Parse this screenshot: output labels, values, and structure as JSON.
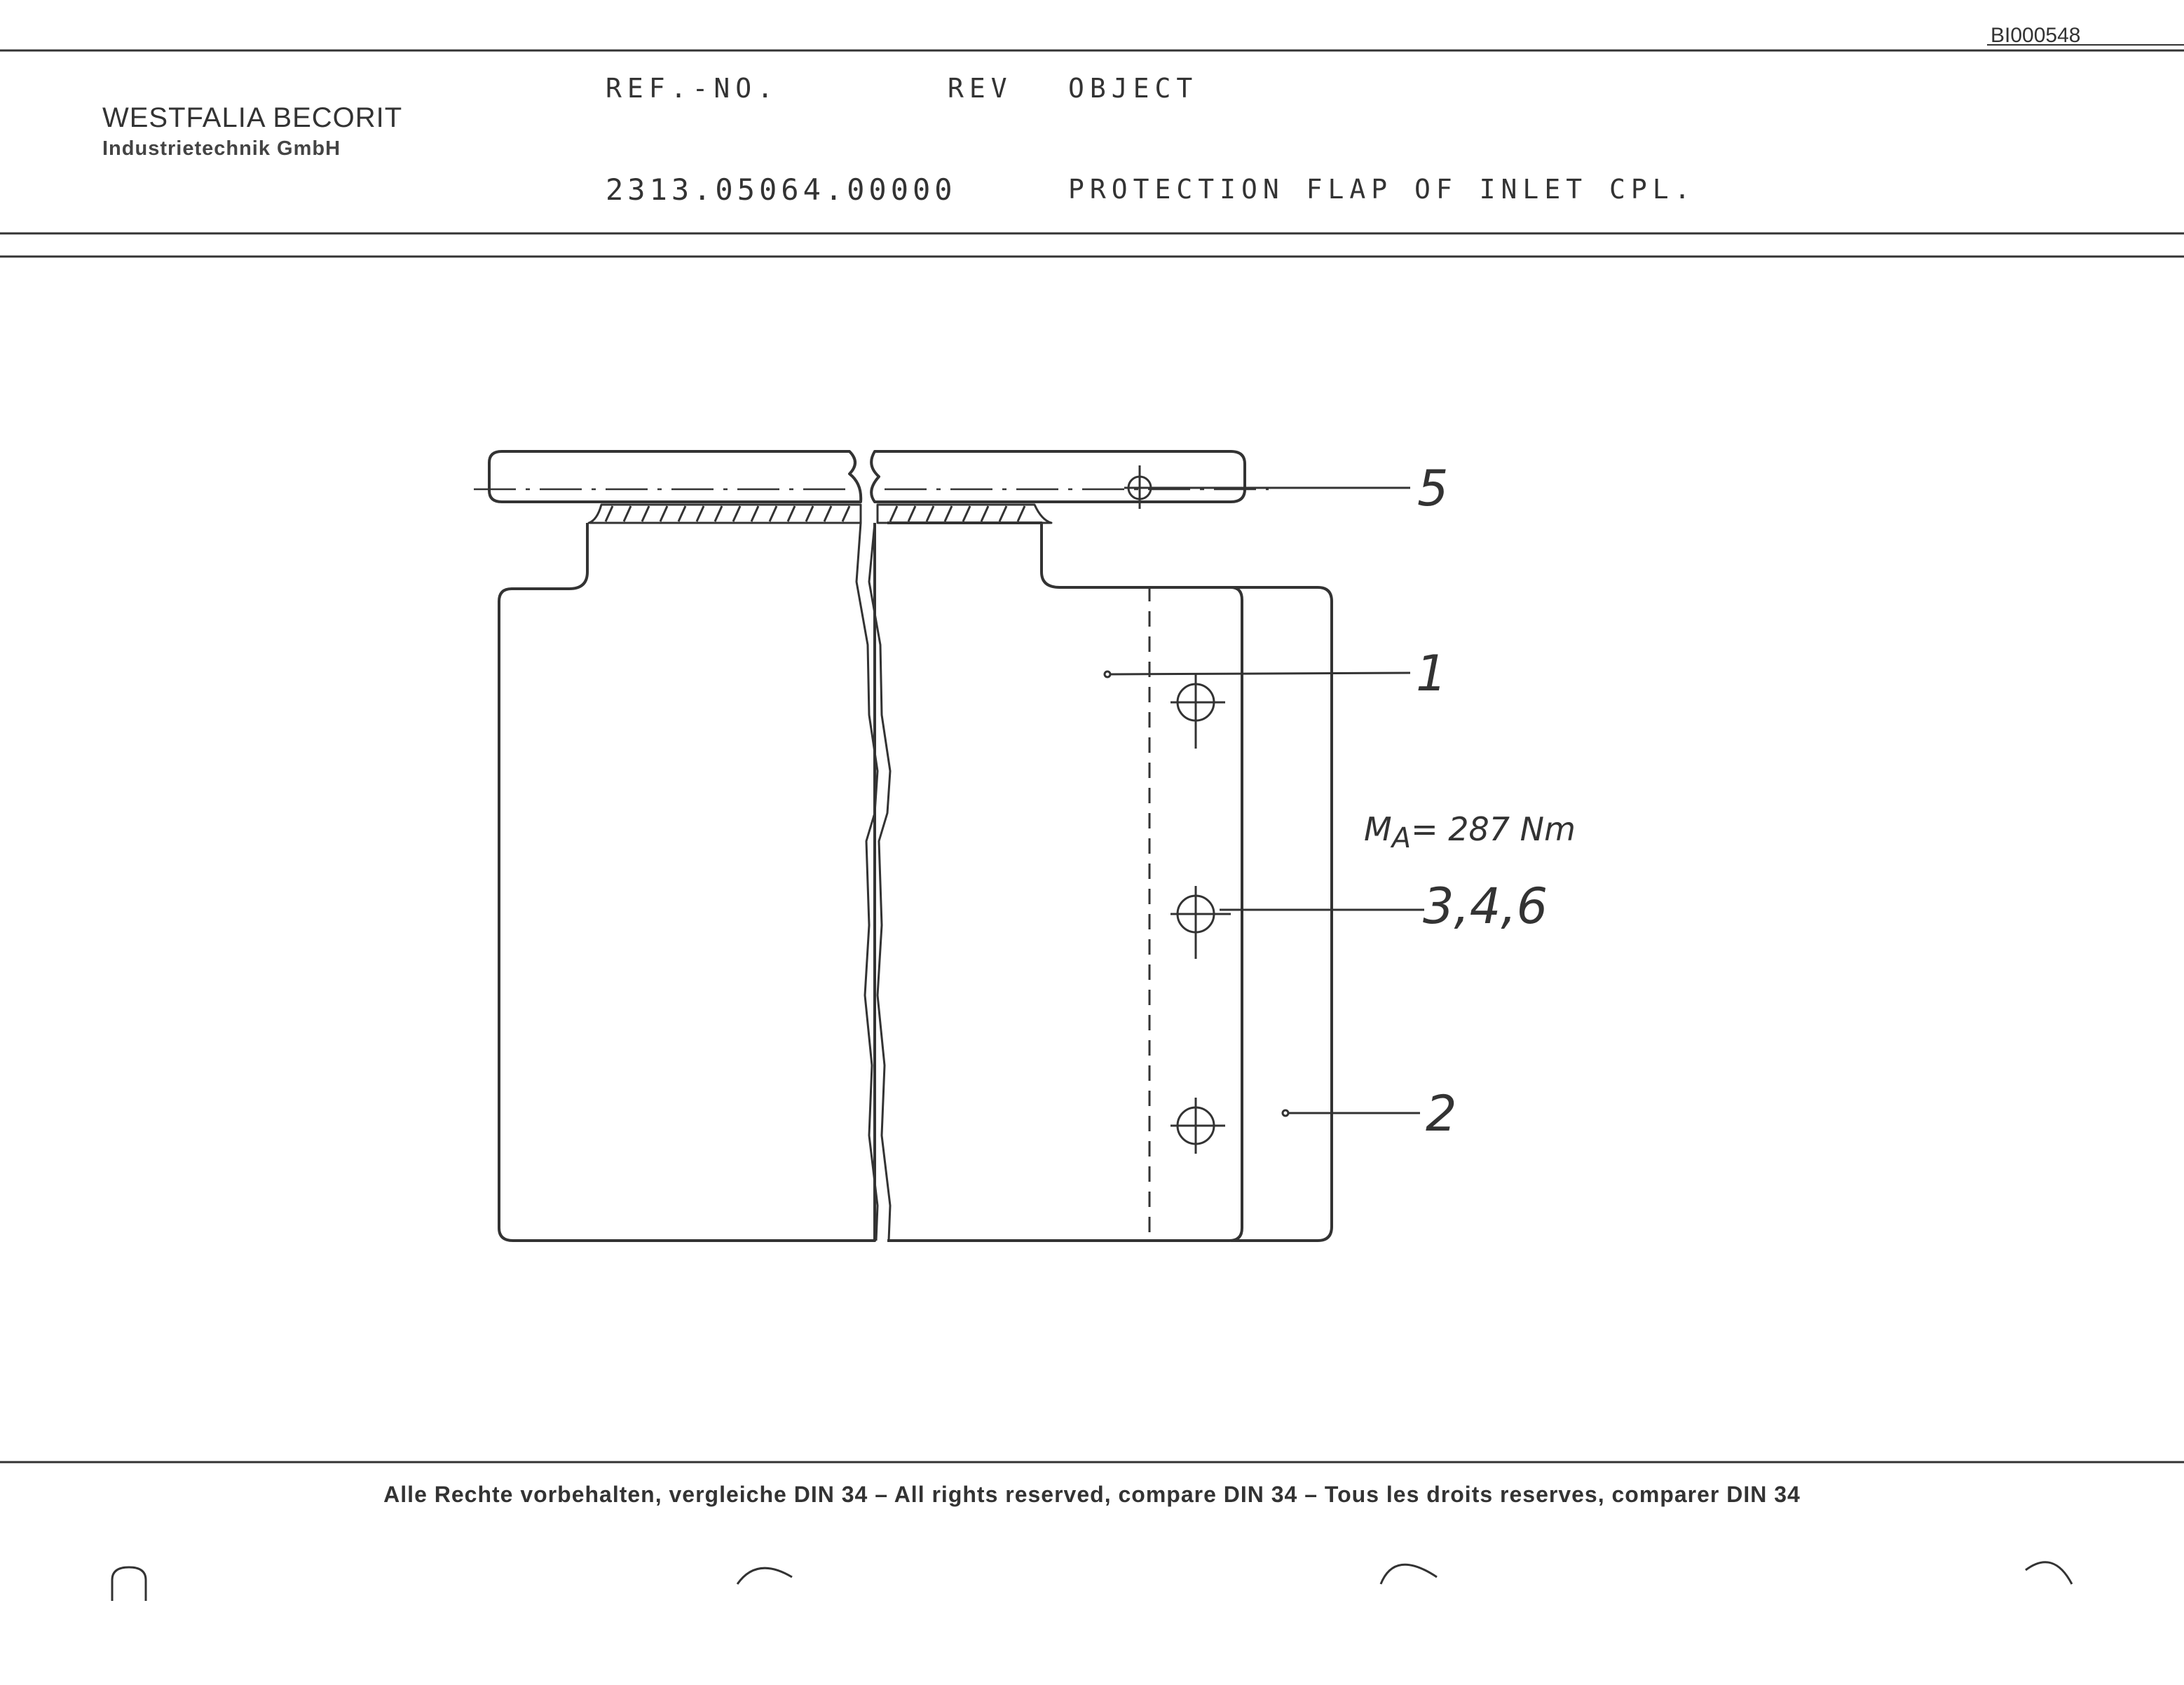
{
  "document_id": "BI000548",
  "company": {
    "name": "WESTFALIA BECORIT",
    "subtitle": "Industrietechnik GmbH"
  },
  "header": {
    "ref_label": "REF.-NO.",
    "rev_label": "REV",
    "object_label": "OBJECT",
    "ref_value": "2313.05064.00000",
    "rev_value": "",
    "object_value": "PROTECTION FLAP OF INLET CPL."
  },
  "callouts": {
    "c5": "5",
    "c1": "1",
    "c346": "3,4,6",
    "c2": "2"
  },
  "torque": {
    "symbol": "M",
    "subscript": "A",
    "value": "= 287 Nm"
  },
  "footer": "Alle Rechte vorbehalten, vergleiche DIN 34 – All rights reserved, compare DIN 34 – Tous les droits reserves, comparer DIN 34"
}
